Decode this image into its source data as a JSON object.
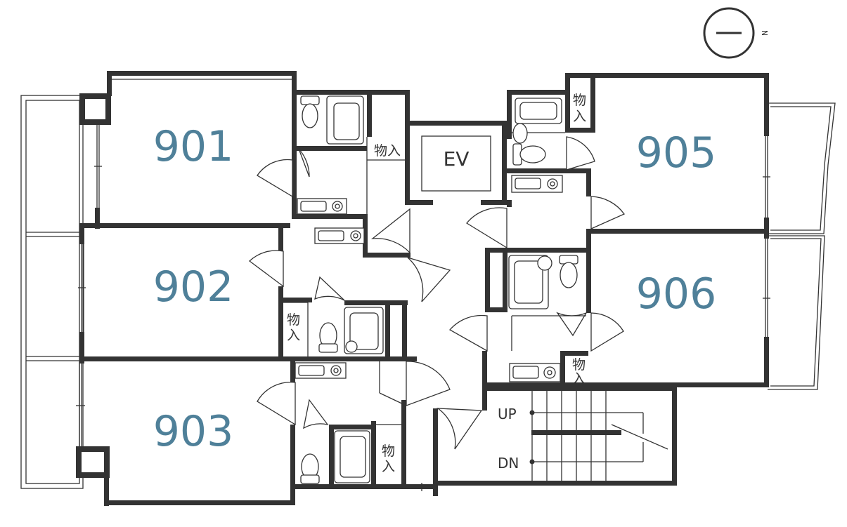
{
  "units": [
    {
      "id": "901",
      "label": "901"
    },
    {
      "id": "902",
      "label": "902"
    },
    {
      "id": "903",
      "label": "903"
    },
    {
      "id": "905",
      "label": "905"
    },
    {
      "id": "906",
      "label": "906"
    }
  ],
  "elevator": {
    "label": "EV"
  },
  "storage_label_h": "物入",
  "storage_label_v1": "物",
  "storage_label_v2": "入",
  "stairs": {
    "up": "UP",
    "down": "DN"
  },
  "compass": {
    "north": "N"
  },
  "colors": {
    "room_number": "#4f8099",
    "wall": "#333333"
  }
}
